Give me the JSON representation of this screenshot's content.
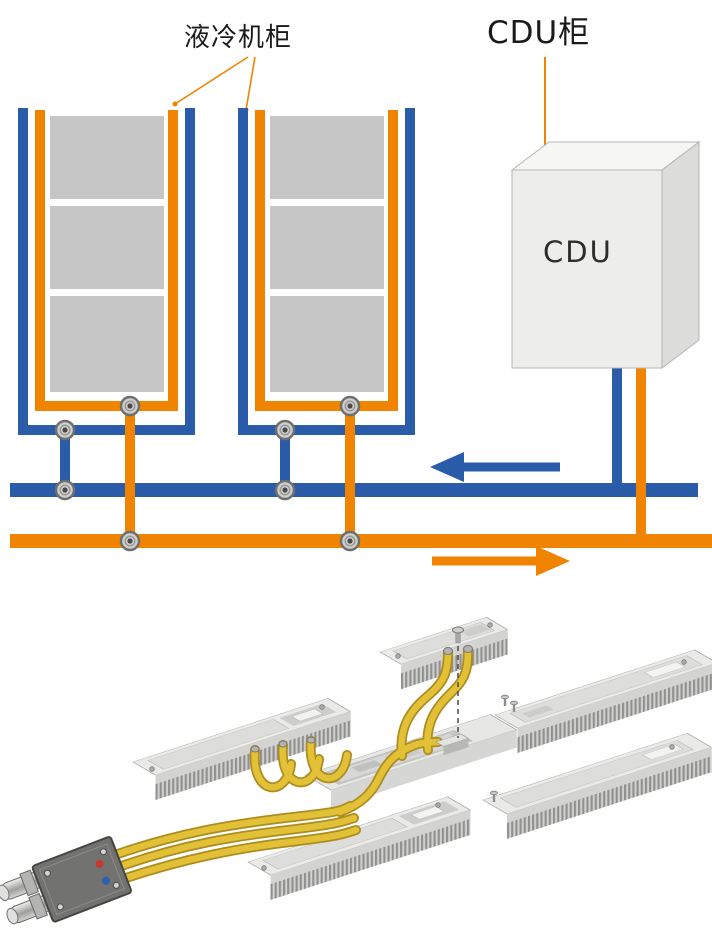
{
  "diagram": {
    "type": "liquid-cooling-system-diagram",
    "labels": {
      "cooling_cabinet": "液冷机柜",
      "cdu_cabinet": "CDU柜",
      "cdu_box": "CDU"
    },
    "colors": {
      "pipe_blue": "#2a5caa",
      "pipe_orange": "#f08300",
      "server_gray": "#c6c6c6",
      "hose_yellow": "#e2c136",
      "hose_shadow": "#ad8c20"
    },
    "flow": {
      "blue_arrow_direction": "left",
      "orange_arrow_direction": "right"
    }
  }
}
